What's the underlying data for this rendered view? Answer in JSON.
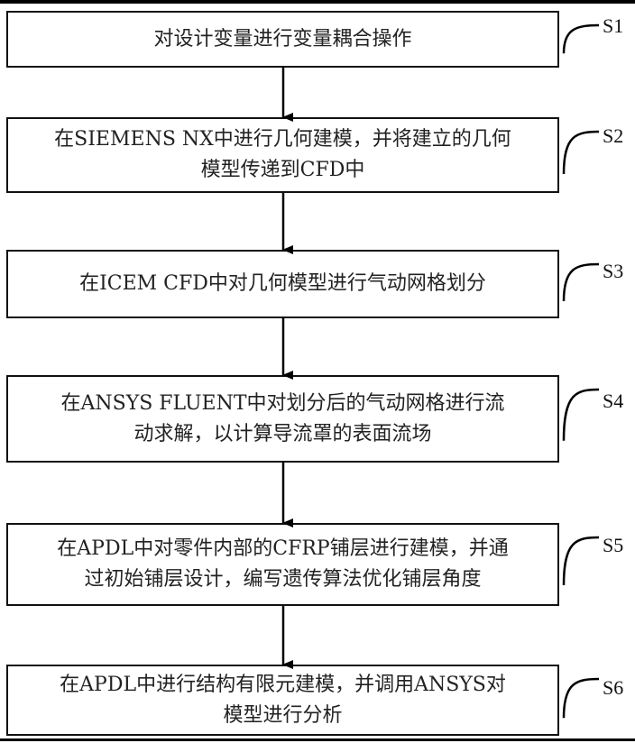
{
  "diagram": {
    "type": "flowchart",
    "steps": [
      {
        "id": "S1",
        "label": "S1",
        "lines": [
          "对设计变量进行变量耦合操作"
        ]
      },
      {
        "id": "S2",
        "label": "S2",
        "lines": [
          "在SIEMENS NX中进行几何建模，并将建立的几何",
          "模型传递到CFD中"
        ]
      },
      {
        "id": "S3",
        "label": "S3",
        "lines": [
          "在ICEM CFD中对几何模型进行气动网格划分"
        ]
      },
      {
        "id": "S4",
        "label": "S4",
        "lines": [
          "在ANSYS FLUENT中对划分后的气动网格进行流",
          "动求解，以计算导流罩的表面流场"
        ]
      },
      {
        "id": "S5",
        "label": "S5",
        "lines": [
          "在APDL中对零件内部的CFRP铺层进行建模，并通",
          "过初始铺层设计，编写遗传算法优化铺层角度"
        ]
      },
      {
        "id": "S6",
        "label": "S6",
        "lines": [
          "在APDL中进行结构有限元建模，并调用ANSYS对",
          "模型进行分析"
        ]
      }
    ],
    "edges": [
      {
        "from": "S1",
        "to": "S2"
      },
      {
        "from": "S2",
        "to": "S3"
      },
      {
        "from": "S3",
        "to": "S4"
      },
      {
        "from": "S4",
        "to": "S5"
      },
      {
        "from": "S5",
        "to": "S6"
      }
    ]
  }
}
